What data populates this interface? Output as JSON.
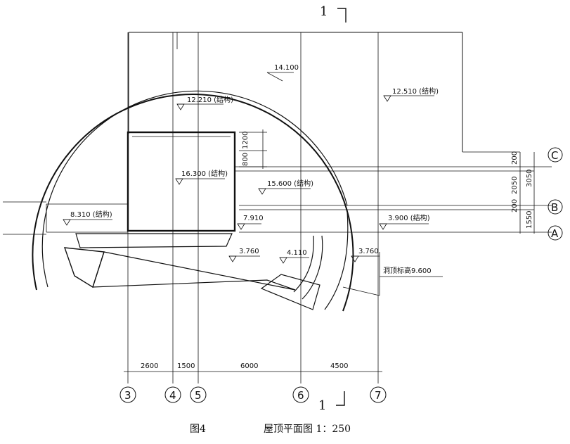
{
  "section_marks": {
    "top": "1",
    "bottom": "1"
  },
  "elevations": {
    "roof_arc": "14.100",
    "level_12210": "12.210 (结构)",
    "level_12510": "12.510 (结构)",
    "level_16300": "16.300 (结构)",
    "level_15600": "15.600 (结构)",
    "level_8310": "8.310 (结构)",
    "level_7910": "7.910",
    "level_3900": "3.900 (结构)",
    "level_3760_a": "3.760",
    "level_4110": "4.110",
    "level_3760_b": "3.760",
    "cave_top": "洞顶标高9.600"
  },
  "dimensions": {
    "box_1200": "1200",
    "box_800": "800",
    "right_200_top": "200",
    "right_2050": "2050",
    "right_3050": "3050",
    "right_200_bottom": "200",
    "right_1550": "1550",
    "bottom_2600": "2600",
    "bottom_1500": "1500",
    "bottom_6000": "6000",
    "bottom_4500": "4500"
  },
  "axes": {
    "c": "C",
    "b": "B",
    "a": "A",
    "n3": "3",
    "n4": "4",
    "n5": "5",
    "n6": "6",
    "n7": "7"
  },
  "caption": {
    "figure": "图4",
    "title": "屋顶平面图 1：250"
  }
}
